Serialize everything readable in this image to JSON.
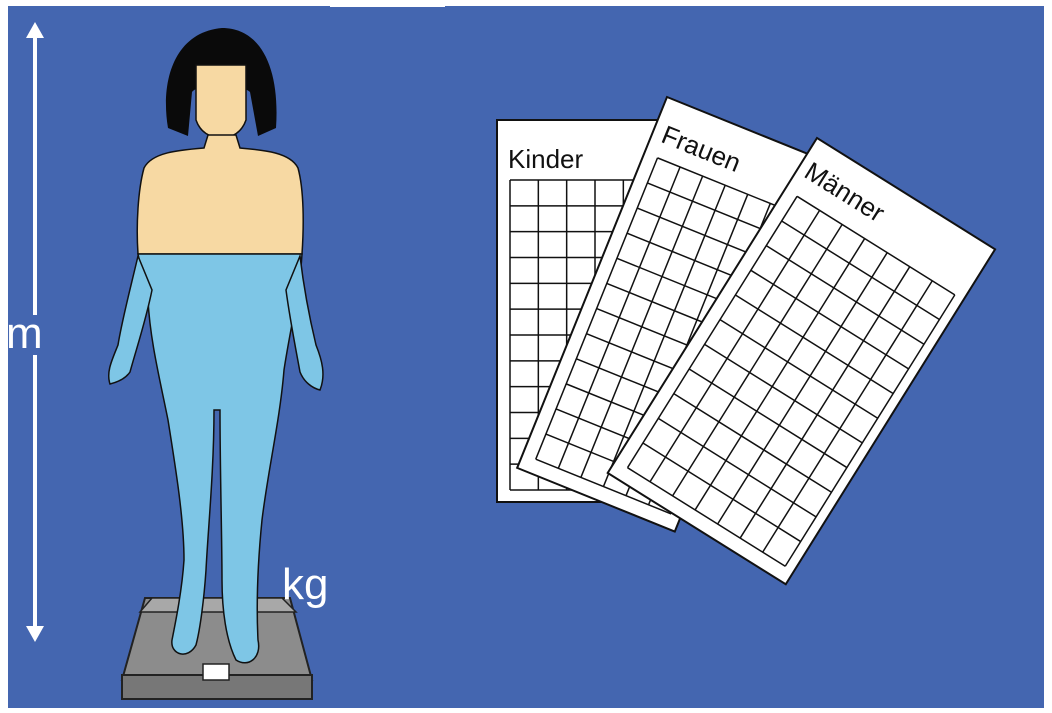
{
  "labels": {
    "height_unit": "m",
    "weight_unit": "kg"
  },
  "sheets": [
    {
      "title": "Kinder"
    },
    {
      "title": "Frauen"
    },
    {
      "title": "Männer"
    }
  ],
  "colors": {
    "background": "#4466b0",
    "skin": "#f7d9a3",
    "clothing": "#7ec6e6",
    "hair": "#0a0a0a",
    "scale": "#8c8c8c",
    "paper": "#ffffff"
  }
}
